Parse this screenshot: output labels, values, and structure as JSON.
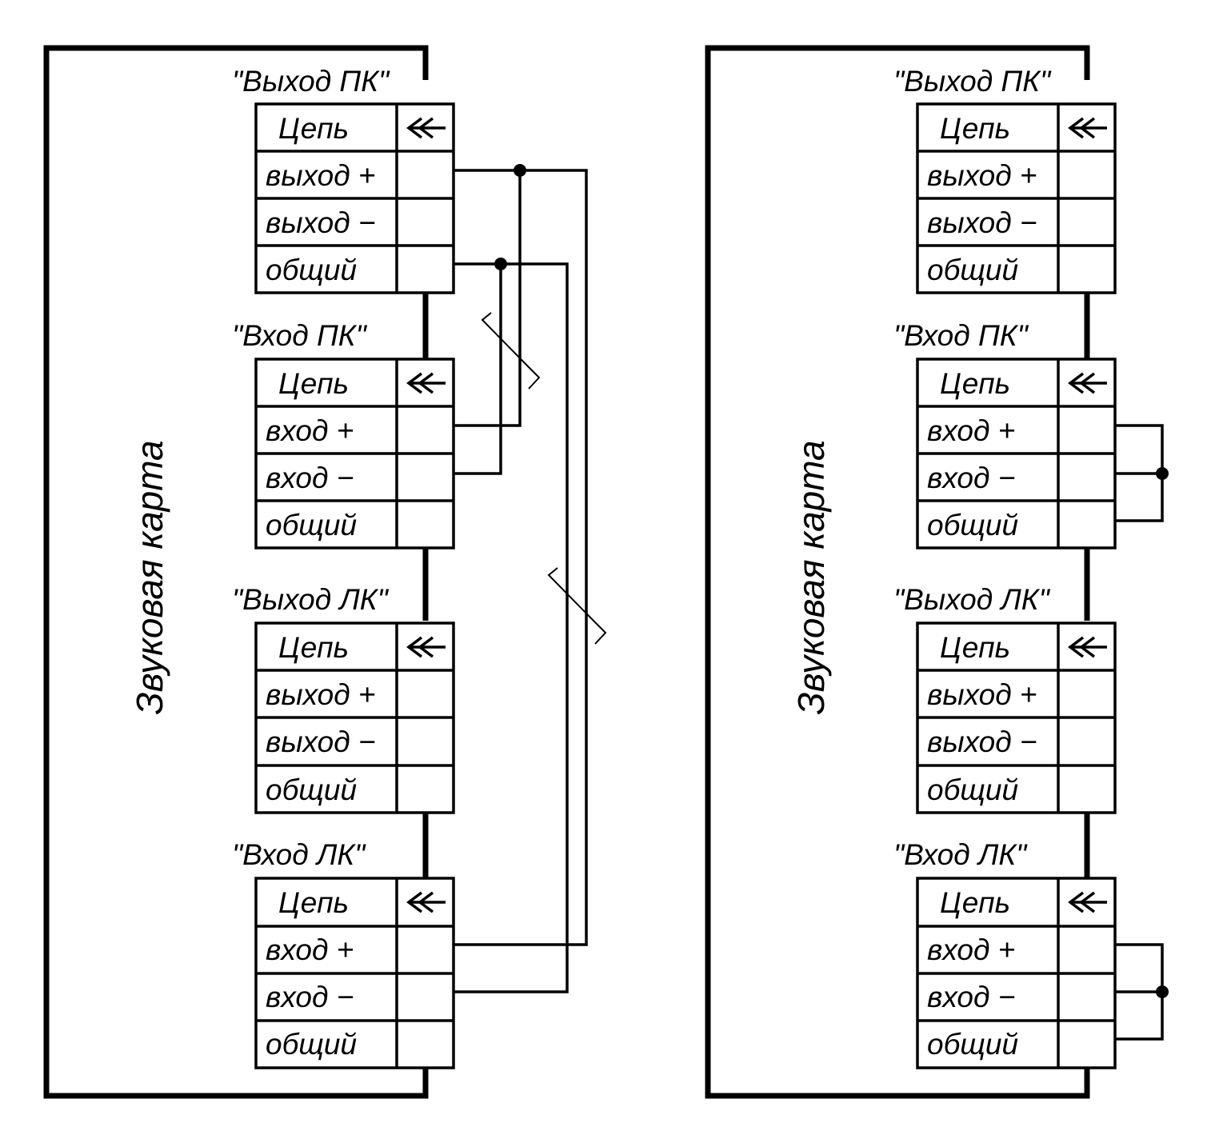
{
  "panels": [
    {
      "title": "Звуковая карта",
      "connectors": [
        {
          "label": "\"Выход ПК\"",
          "header": "Цепь",
          "rows": [
            "выход +",
            "выход −",
            "общий"
          ]
        },
        {
          "label": "\"Вход ПК\"",
          "header": "Цепь",
          "rows": [
            "вход +",
            "вход −",
            "общий"
          ]
        },
        {
          "label": "\"Выход ЛК\"",
          "header": "Цепь",
          "rows": [
            "выход +",
            "выход −",
            "общий"
          ]
        },
        {
          "label": "\"Вход ЛК\"",
          "header": "Цепь",
          "rows": [
            "вход +",
            "вход −",
            "общий"
          ]
        }
      ]
    },
    {
      "title": "Звуковая карта",
      "connectors": [
        {
          "label": "\"Выход ПК\"",
          "header": "Цепь",
          "rows": [
            "выход +",
            "выход −",
            "общий"
          ]
        },
        {
          "label": "\"Вход ПК\"",
          "header": "Цепь",
          "rows": [
            "вход +",
            "вход −",
            "общий"
          ]
        },
        {
          "label": "\"Выход ЛК\"",
          "header": "Цепь",
          "rows": [
            "выход +",
            "выход −",
            "общий"
          ]
        },
        {
          "label": "\"Вход ЛК\"",
          "header": "Цепь",
          "rows": [
            "вход +",
            "вход −",
            "общий"
          ]
        }
      ]
    }
  ],
  "connector_symbol": "≪"
}
